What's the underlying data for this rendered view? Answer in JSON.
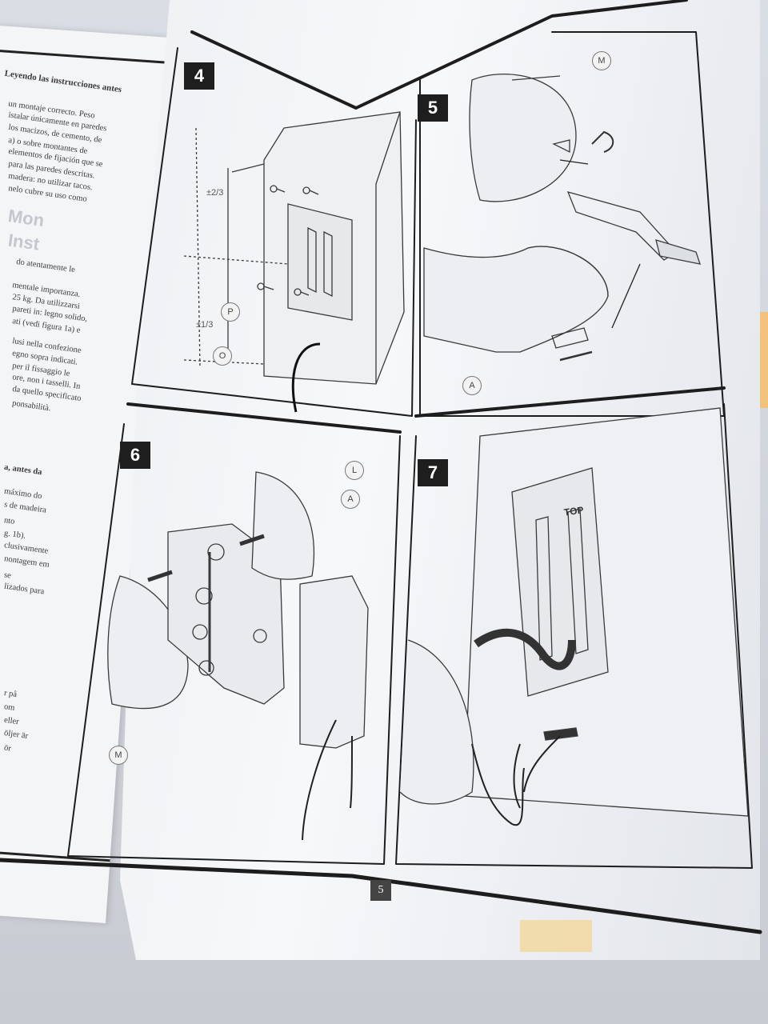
{
  "left_leaf": {
    "heading": "Leyendo las instrucciones antes",
    "lines_es": [
      "un montaje correcto. Peso",
      "istalar únicamente en paredes",
      "los macizos, de cemento, de",
      "a) o sobre montantes de",
      "elementos de fijación que se",
      "para las paredes descritas.",
      "madera: no utilizar tacos.",
      "nelo cubre su uso como"
    ],
    "faint_words": [
      "Mon",
      "Inst"
    ],
    "lines_it": [
      "do atentamente le",
      "mentale importanza.",
      "25 kg. Da utilizzarsi",
      "pareti in: legno solido,",
      "ati (vedi figura 1a) e",
      "lusi nella confezione",
      "egno sopra indicati.",
      "per il fissaggio le",
      "ore, non i tasselli. In",
      "da quello specificato",
      "ponsabilità."
    ],
    "pt_heading": "a, antes da",
    "lines_pt": [
      "máximo do",
      "s de madeira",
      "nto",
      "g. 1b).",
      "clusivamente",
      "nontagem em",
      "se",
      "lizados para"
    ],
    "lines_sv": [
      "r på",
      "om",
      "eller",
      "öljer är",
      "ör"
    ]
  },
  "panels": [
    {
      "number": "4",
      "callouts": [
        "P",
        "O"
      ],
      "dimensions": [
        "±2/3",
        "±1/3"
      ]
    },
    {
      "number": "5",
      "callouts": [
        "M",
        "A"
      ]
    },
    {
      "number": "6",
      "callouts": [
        "L",
        "A",
        "M"
      ]
    },
    {
      "number": "7",
      "label": "TOP"
    }
  ],
  "page_number": "5",
  "colors": {
    "ink": "#2a2a2a",
    "paper": "#f2f3f6",
    "accent_orange": "#f2c27a"
  }
}
